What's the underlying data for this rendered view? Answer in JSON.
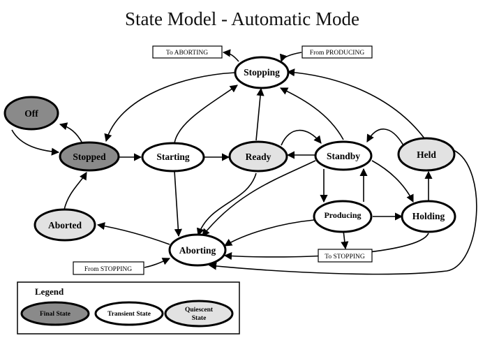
{
  "title": "State Model - Automatic Mode",
  "colors": {
    "final": "#8a8a8a",
    "transient": "#ffffff",
    "quiescent": "#e2e2e2",
    "stroke": "#000000"
  },
  "states": {
    "off": {
      "label": "Off",
      "kind": "final"
    },
    "stopped": {
      "label": "Stopped",
      "kind": "final"
    },
    "starting": {
      "label": "Starting",
      "kind": "transient"
    },
    "ready": {
      "label": "Ready",
      "kind": "quiescent"
    },
    "standby": {
      "label": "Standby",
      "kind": "transient"
    },
    "held": {
      "label": "Held",
      "kind": "quiescent"
    },
    "stopping": {
      "label": "Stopping",
      "kind": "transient"
    },
    "aborted": {
      "label": "Aborted",
      "kind": "quiescent"
    },
    "producing": {
      "label": "Producing",
      "kind": "transient"
    },
    "holding": {
      "label": "Holding",
      "kind": "transient"
    },
    "aborting": {
      "label": "Aborting",
      "kind": "transient"
    }
  },
  "boxes": {
    "to_aborting": "To ABORTING",
    "from_producing": "From PRODUCING",
    "to_stopping": "To STOPPING",
    "from_stopping": "From STOPPING"
  },
  "legend": {
    "title": "Legend",
    "final": "Final State",
    "transient": "Transient State",
    "quiescent_line1": "Quiescent",
    "quiescent_line2": "State"
  },
  "transitions": [
    [
      "off",
      "stopped"
    ],
    [
      "stopped",
      "off"
    ],
    [
      "stopped",
      "starting"
    ],
    [
      "starting",
      "ready"
    ],
    [
      "ready",
      "standby"
    ],
    [
      "standby",
      "ready"
    ],
    [
      "standby",
      "producing"
    ],
    [
      "producing",
      "standby"
    ],
    [
      "producing",
      "holding"
    ],
    [
      "standby",
      "holding"
    ],
    [
      "holding",
      "held"
    ],
    [
      "held",
      "standby"
    ],
    [
      "starting",
      "stopping"
    ],
    [
      "ready",
      "stopping"
    ],
    [
      "standby",
      "stopping"
    ],
    [
      "held",
      "stopping"
    ],
    [
      "stopping",
      "stopped"
    ],
    [
      "starting",
      "aborting"
    ],
    [
      "ready",
      "aborting"
    ],
    [
      "standby",
      "aborting"
    ],
    [
      "producing",
      "aborting"
    ],
    [
      "holding",
      "aborting"
    ],
    [
      "held",
      "aborting"
    ],
    [
      "aborting",
      "aborted"
    ],
    [
      "aborted",
      "stopped"
    ],
    [
      "producing",
      "to_stopping"
    ],
    [
      "from_producing",
      "stopping"
    ],
    [
      "stopping",
      "to_aborting"
    ],
    [
      "from_stopping",
      "aborting"
    ]
  ]
}
